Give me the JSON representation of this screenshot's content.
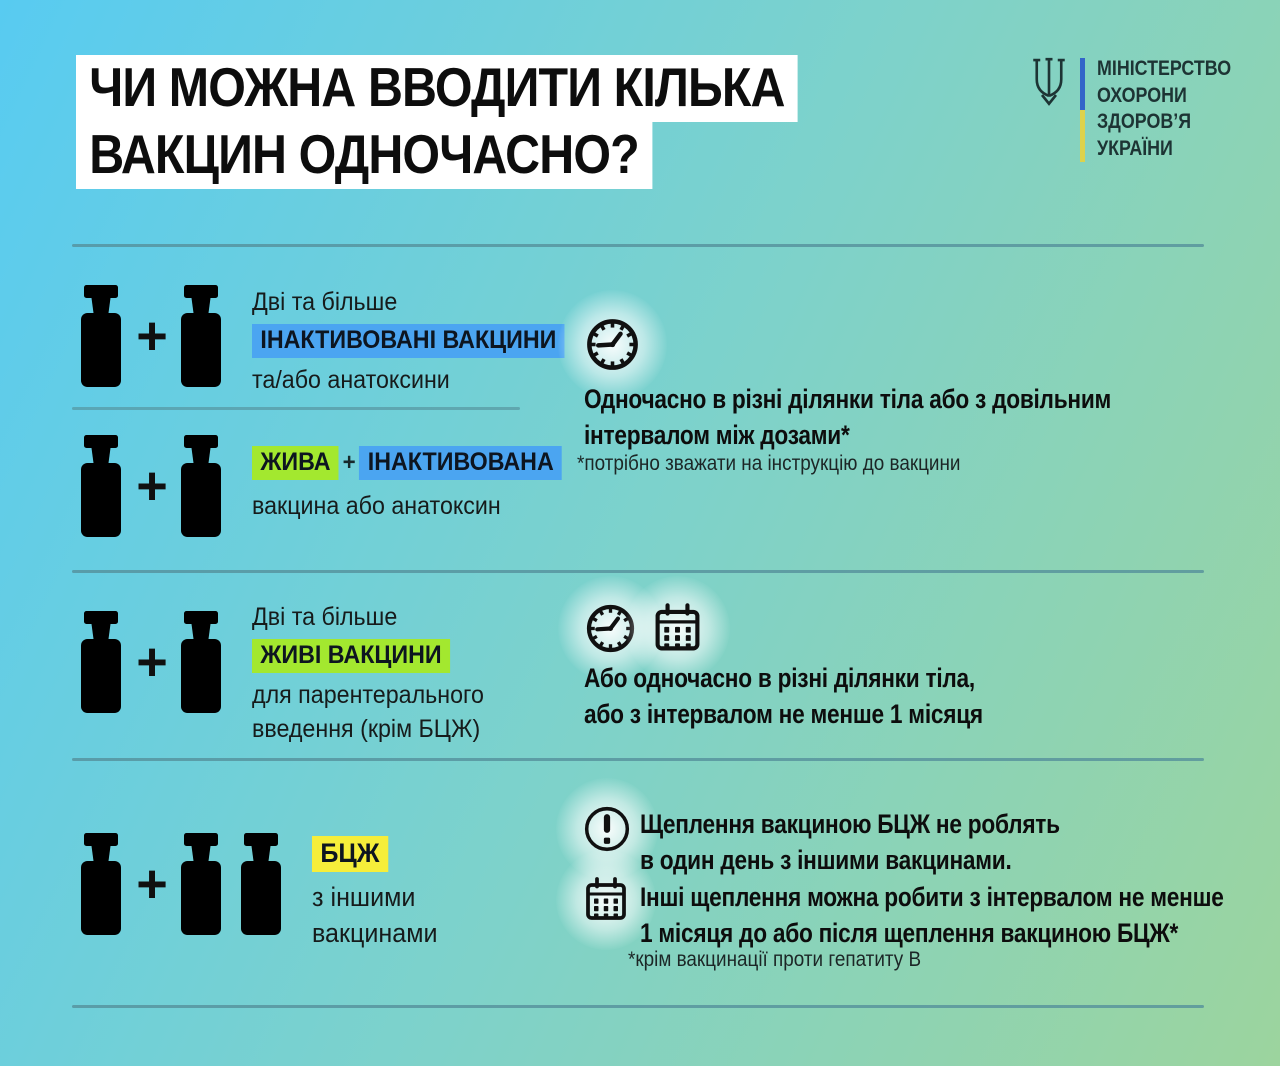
{
  "header": {
    "title_line1": "ЧИ МОЖНА ВВОДИТИ КІЛЬКА",
    "title_line2": "ВАКЦИН ОДНОЧАСНО?"
  },
  "logo": {
    "lines": [
      "МІНІСТЕРСТВО",
      "ОХОРОНИ",
      "ЗДОРОВ’Я",
      "УКРАЇНИ"
    ]
  },
  "plus_sign": "+",
  "sectionA": {
    "row1": {
      "line1": "Дві та більше",
      "highlight": "ІНАКТИВОВАНІ ВАКЦИНИ",
      "line3": "та/або анатоксини"
    },
    "row2": {
      "hl_live": "ЖИВА",
      "plus": "+",
      "hl_inactivated": "ІНАКТИВОВАНА",
      "line2": "вакцина або анатоксин"
    },
    "right": {
      "heading1": "Одночасно в різні ділянки тіла або з довільним",
      "heading2": "інтервалом між дозами*",
      "note": "*потрібно зважати на інструкцію до вакцини"
    }
  },
  "sectionB": {
    "left": {
      "line1": "Дві та більше",
      "highlight": "ЖИВІ ВАКЦИНИ",
      "line3": "для парентерального",
      "line4": "введення (крім БЦЖ)"
    },
    "right": {
      "heading1": "Або одночасно в різні ділянки тіла,",
      "heading2": "або з інтервалом не менше 1 місяця"
    }
  },
  "sectionC": {
    "left": {
      "highlight": "БЦЖ",
      "line2": "з іншими",
      "line3": "вакцинами"
    },
    "right": {
      "item1_line1": "Щеплення вакциною БЦЖ не роблять",
      "item1_line2": "в один день з іншими вакцинами.",
      "item2_line1": "Інші щеплення можна робити з інтервалом не менше",
      "item2_line2": "1 місяця до або після щеплення вакциною БЦЖ*",
      "note": "*крім вакцинації проти гепатиту В"
    }
  },
  "colors": {
    "bg_start": "#58cbf1",
    "bg_mid": "#7ed2ca",
    "bg_end": "#9cd49e",
    "blue": "#4ba5f1",
    "green": "#a3e82f",
    "yellow": "#f8ee3b",
    "vial_light": "#cdecf6",
    "hl_blue": "#4ba5f1",
    "hl_green": "#a3e82f",
    "hl_yellow": "#f6ee3a",
    "bar_blue": "#3365c9",
    "bar_yellow": "#ddd24b",
    "divider": "#55909b",
    "ink": "#101010"
  }
}
